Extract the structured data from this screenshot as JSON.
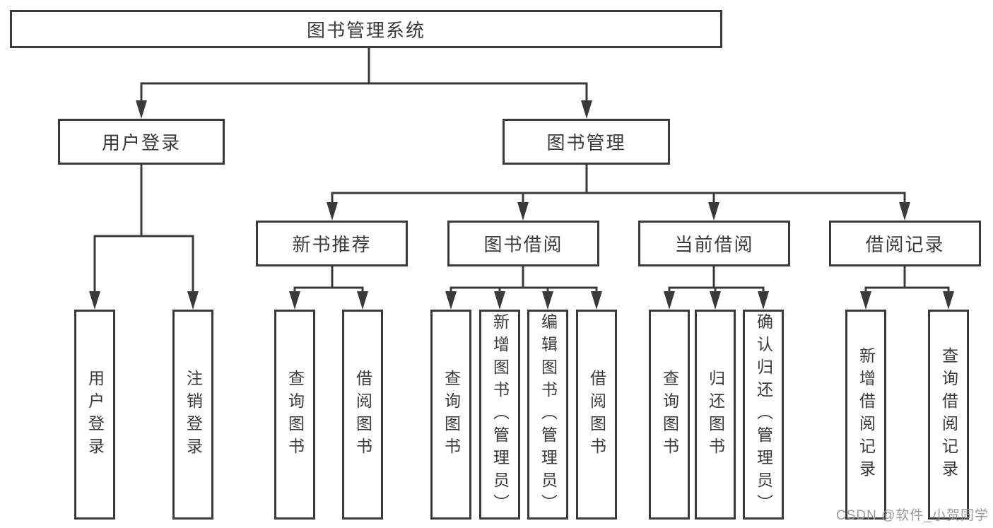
{
  "colors": {
    "line": "#3a3a3a",
    "text": "#3a3a3a",
    "background": "#ffffff",
    "watermark_gray": "#969699"
  },
  "root": {
    "label": "图书管理系统"
  },
  "level2": {
    "user_login": {
      "label": "用户登录"
    },
    "book_management": {
      "label": "图书管理"
    }
  },
  "level3": {
    "new_book_rec": {
      "label": "新书推荐"
    },
    "book_borrow": {
      "label": "图书借阅"
    },
    "current_borrow": {
      "label": "当前借阅"
    },
    "borrow_records": {
      "label": "借阅记录"
    }
  },
  "leaves": {
    "user_login": [
      "用户登录",
      "注销登录"
    ],
    "new_book_rec": [
      "查询图书",
      "借阅图书"
    ],
    "book_borrow": [
      "查询图书",
      "新增图书（管理员）",
      "编辑图书（管理员）",
      "借阅图书"
    ],
    "current_borrow": [
      "查询图书",
      "归还图书",
      "确认归还（管理员）"
    ],
    "borrow_records": [
      "新增借阅记录",
      "查询借阅记录"
    ]
  },
  "watermark": {
    "text": "CSDN @软件_小贺同学"
  }
}
